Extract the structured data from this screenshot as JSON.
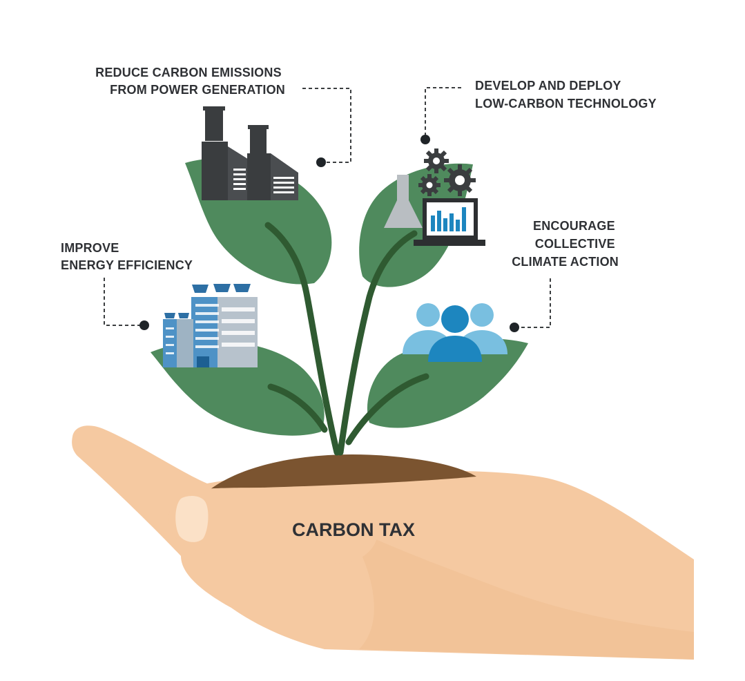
{
  "center_label": "CARBON TAX",
  "nodes": [
    {
      "id": "power",
      "lines": [
        "REDUCE CARBON EMISSIONS",
        "FROM POWER GENERATION"
      ],
      "icon": "factory-icon"
    },
    {
      "id": "tech",
      "lines": [
        "DEVELOP AND DEPLOY",
        "LOW-CARBON TECHNOLOGY"
      ],
      "icon": "gears-lab-monitor-icon"
    },
    {
      "id": "efficiency",
      "lines": [
        "IMPROVE",
        "ENERGY EFFICIENCY"
      ],
      "icon": "solar-buildings-icon"
    },
    {
      "id": "collective",
      "lines": [
        "ENCOURAGE",
        "COLLECTIVE",
        "CLIMATE ACTION"
      ],
      "icon": "people-group-icon"
    }
  ],
  "colors": {
    "leaf": "#4f8a5d",
    "stem": "#2f5a31",
    "soil": "#7b5430",
    "skin": "#f5c9a1",
    "skin_shadow": "#ecb98d",
    "factory": "#3a3d3f",
    "people_light": "#79bfe0",
    "people_dark": "#1d86bf",
    "text": "#2f3135"
  }
}
